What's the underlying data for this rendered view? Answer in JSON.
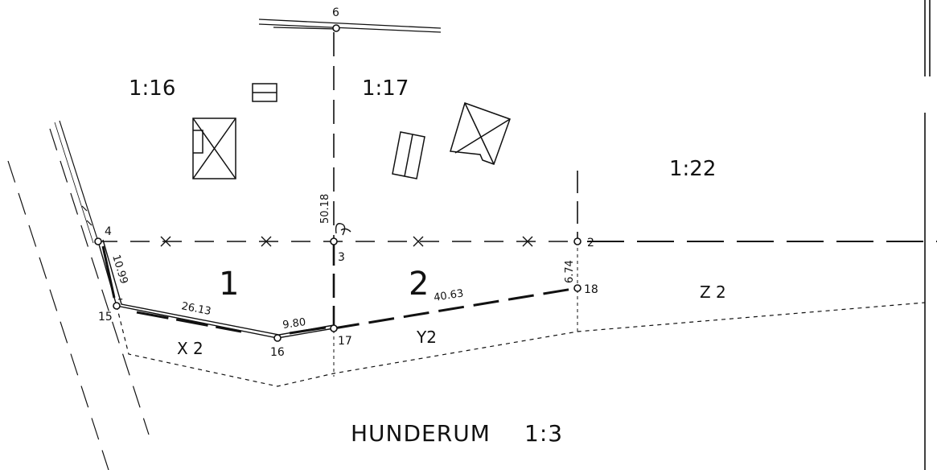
{
  "parcels": {
    "p1_16": "1:16",
    "p1_17": "1:17",
    "p1_22": "1:22",
    "p1_3": "1:3"
  },
  "lots": {
    "lot1": "1",
    "lot2": "2"
  },
  "areas": {
    "x2": "X 2",
    "y2": "Y2",
    "z2": "Z 2"
  },
  "place_name": "HUNDERUM",
  "points": [
    "2",
    "3",
    "4",
    "6",
    "15",
    "16",
    "17",
    "18"
  ],
  "measurements": {
    "m_10_99": "10.99",
    "m_26_13": "26.13",
    "m_9_80": "9.80",
    "m_40_63": "40.63",
    "m_6_74": "6.74",
    "m_50_18": "50.18"
  },
  "ink_color": "#111111"
}
